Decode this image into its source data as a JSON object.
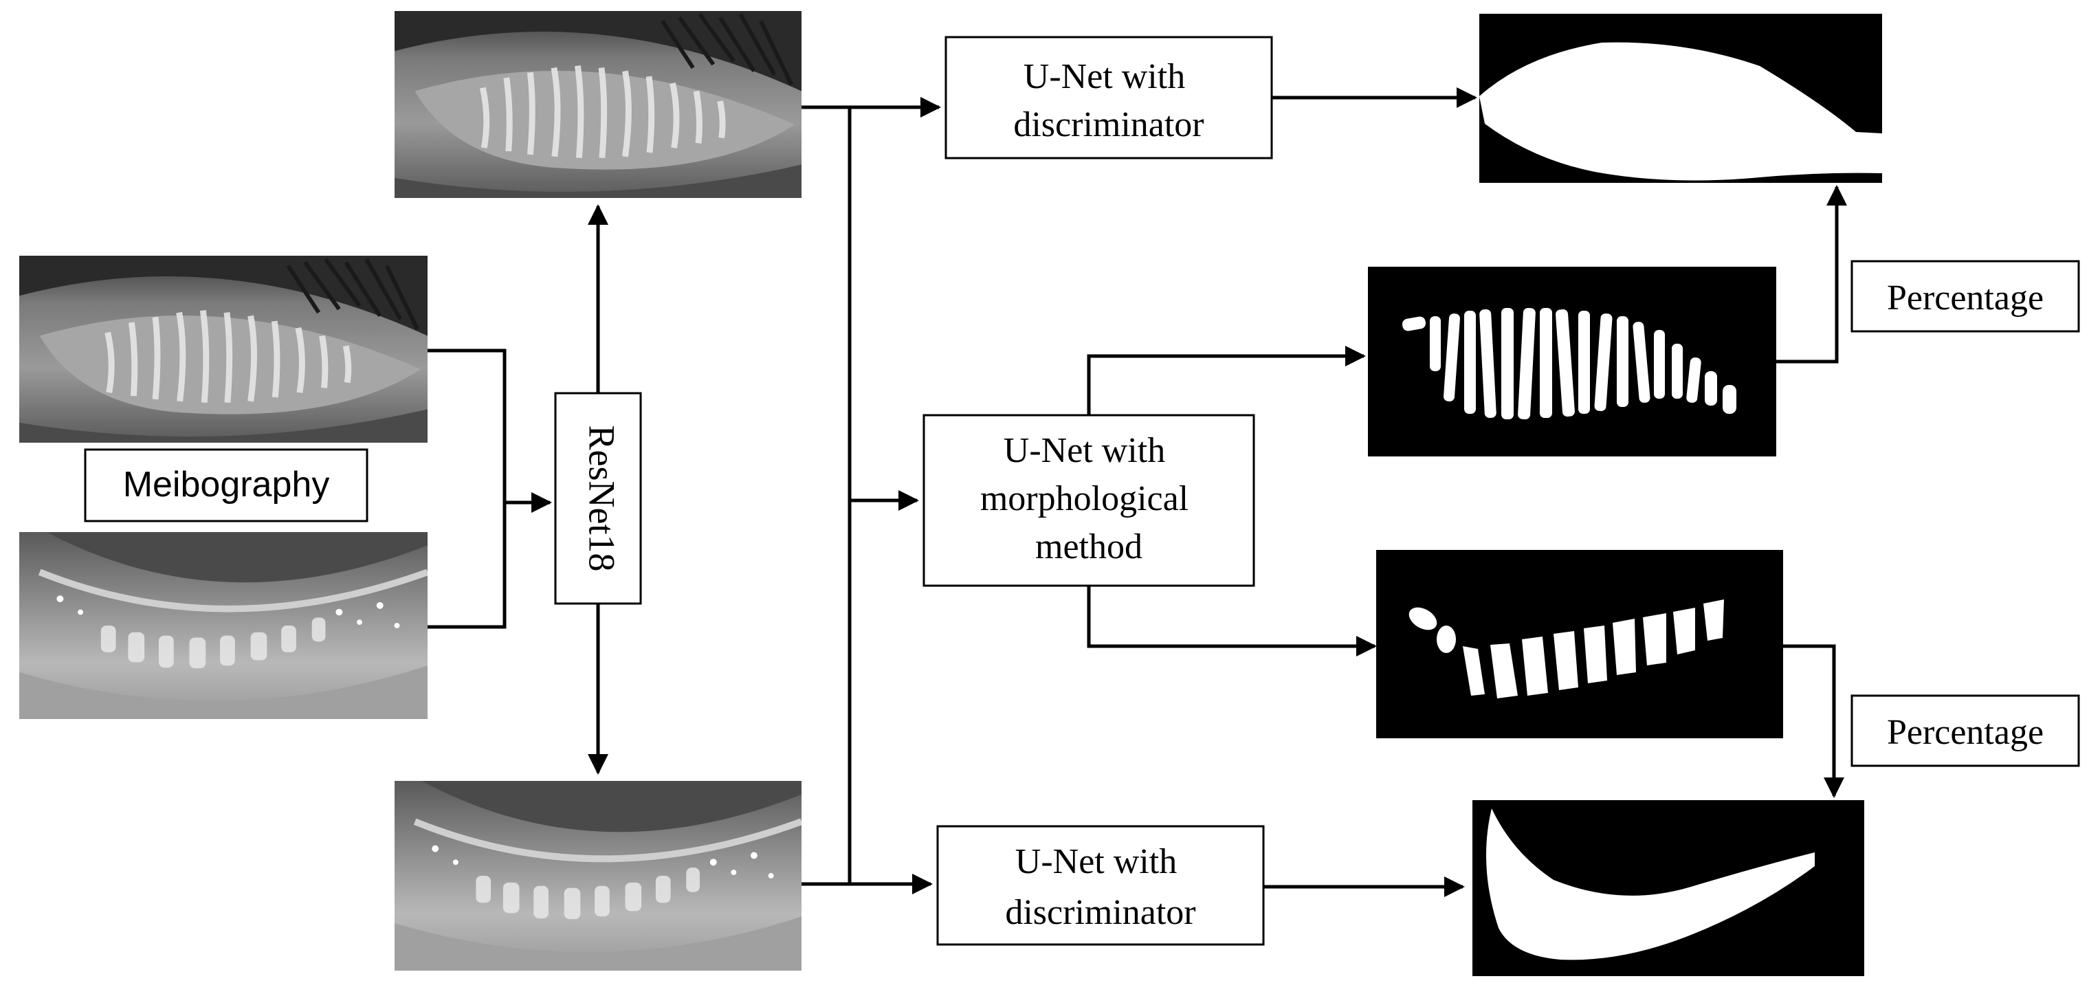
{
  "labels": {
    "meibography": "Meibography",
    "resnet": "ResNet18",
    "unet_disc_top": [
      "U-Net with",
      "discriminator"
    ],
    "unet_morph": [
      "U-Net with",
      "morphological",
      "method"
    ],
    "unet_disc_bottom": [
      "U-Net with",
      "discriminator"
    ],
    "percentage_top": "Percentage",
    "percentage_bottom": "Percentage"
  },
  "colors": {
    "stroke": "#000000",
    "mask_background": "#000000",
    "mask_foreground": "#ffffff",
    "photo_dark": "#3a3a3a",
    "photo_mid": "#8c8c8c",
    "photo_light": "#d8d8d8"
  },
  "images": {
    "upper_eyelid_input": "upper-eyelid-meibography-photo",
    "lower_eyelid_input": "lower-eyelid-meibography-photo",
    "upper_eyelid_classified": "upper-eyelid-meibography-photo",
    "lower_eyelid_classified": "lower-eyelid-meibography-photo",
    "upper_tarsus_mask": "upper-tarsus-mask",
    "upper_glands_mask": "upper-glands-mask",
    "lower_glands_mask": "lower-glands-mask",
    "lower_tarsus_mask": "lower-tarsus-mask"
  }
}
